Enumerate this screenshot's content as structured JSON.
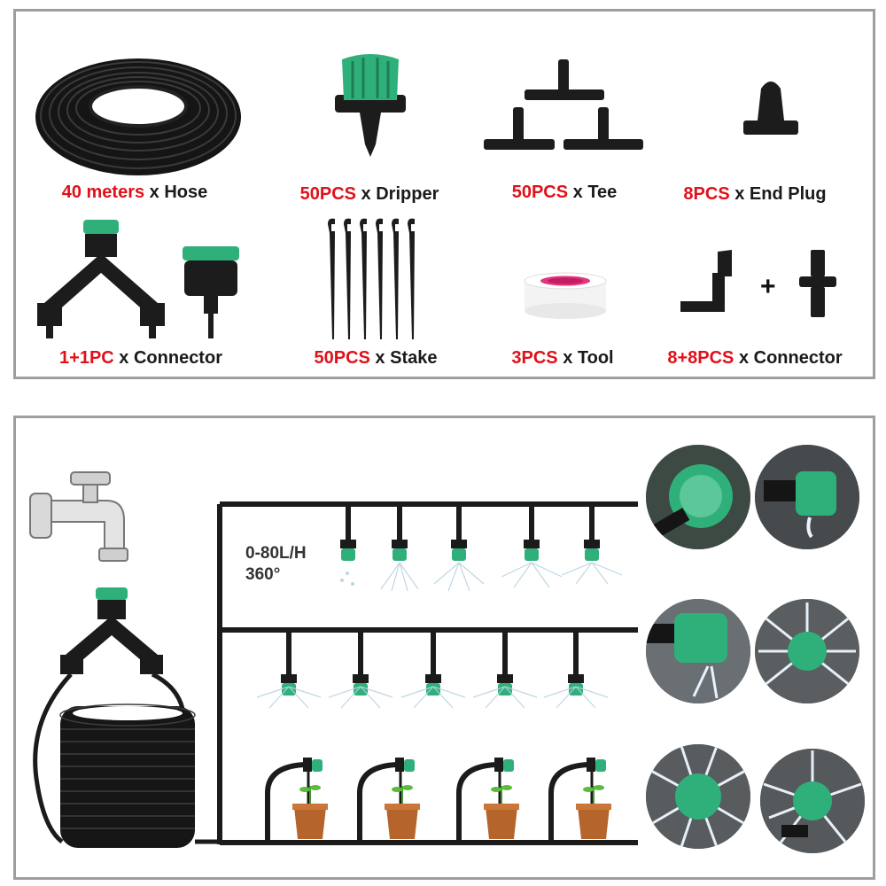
{
  "kit_items": [
    {
      "qty": "40 meters",
      "label": " x Hose"
    },
    {
      "qty": "50PCS",
      "label": " x Dripper"
    },
    {
      "qty": "50PCS",
      "label": " x Tee"
    },
    {
      "qty": "8PCS",
      "label": " x End Plug"
    },
    {
      "qty": "1+1PC",
      "label": " x Connector"
    },
    {
      "qty": "50PCS",
      "label": " x Stake"
    },
    {
      "qty": "3PCS",
      "label": " x Tool"
    },
    {
      "qty": "8+8PCS",
      "label": " x Connector"
    }
  ],
  "plus_sign": "+",
  "diagram": {
    "flow_rate": "0-80L/H",
    "angle": "360°"
  },
  "colors": {
    "quantity_red": "#e0111a",
    "dripper_green": "#2fb07a",
    "pipe_black": "#1b1b1b",
    "border_gray": "#9e9e9e",
    "pot_brown": "#b5652b"
  }
}
